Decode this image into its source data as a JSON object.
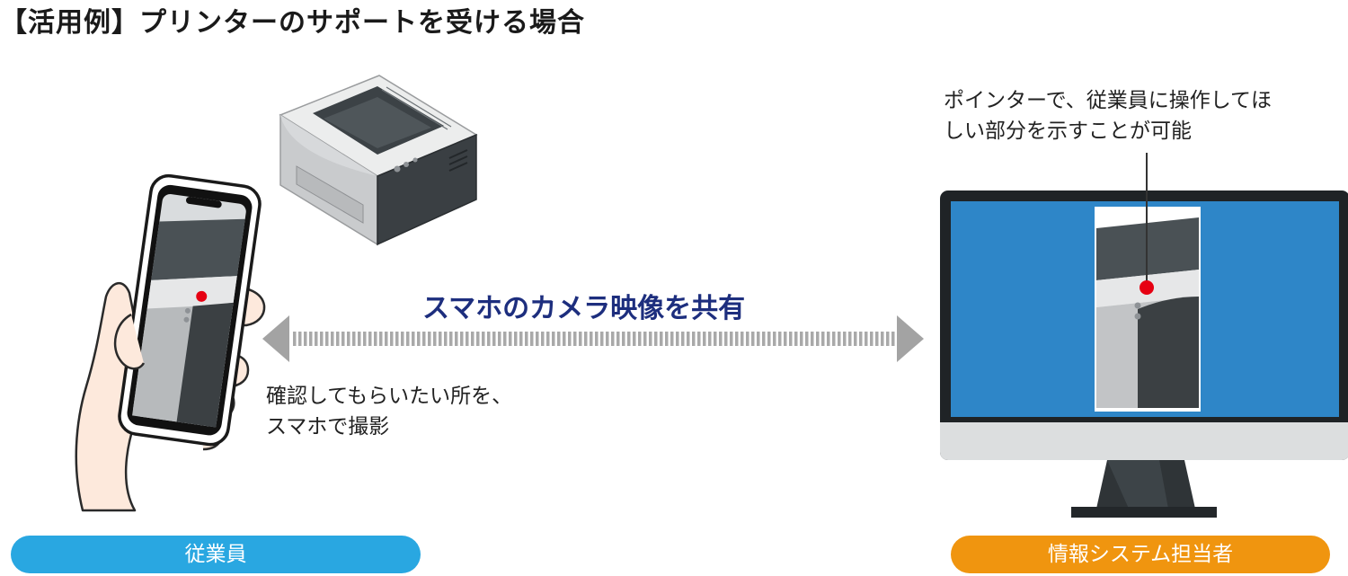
{
  "title": "【活用例】プリンターのサポートを受ける場合",
  "share_label": "スマホのカメラ映像を共有",
  "phone_note": [
    "確認してもらいたい所を、",
    "スマホで撮影"
  ],
  "pointer_note": [
    "ポインターで、従業員に操作してほ",
    "しい部分を示すことが可能"
  ],
  "roles": {
    "employee": "従業員",
    "it_staff": "情報システム担当者"
  },
  "icons": [
    "printer-icon",
    "smartphone-icon",
    "hand-icon",
    "monitor-icon",
    "pointer-dot-icon",
    "double-arrow-icon"
  ],
  "colors": {
    "title": "#1a1a1a",
    "share_label": "#1d2e7e",
    "employee_badge": "#29a7e1",
    "it_badge": "#f0950f",
    "monitor_screen": "#2e86c8",
    "pointer": "#e60012",
    "arrow": "#a3a3a3"
  }
}
